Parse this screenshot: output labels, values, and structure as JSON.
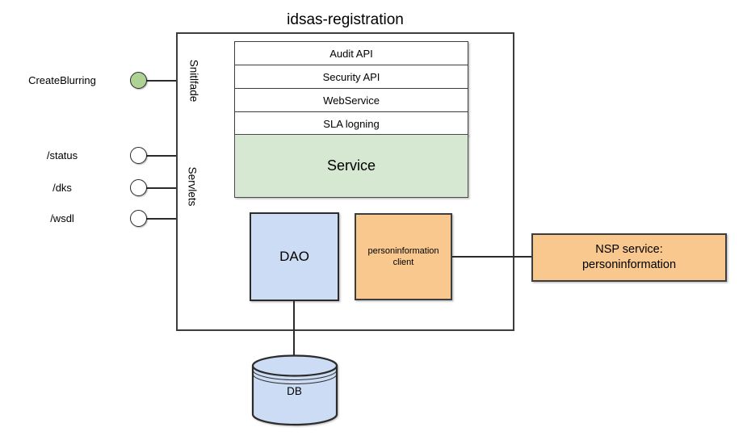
{
  "diagram": {
    "title": "idsas-registration",
    "lanes": {
      "interfaces_label": "Snitlfade",
      "servlets_label": "Servlets"
    },
    "endpoints": [
      {
        "label": "CreateBlurring",
        "style": "filled-green"
      },
      {
        "label": "/status",
        "style": "white"
      },
      {
        "label": "/dks",
        "style": "white"
      },
      {
        "label": "/wsdl",
        "style": "white"
      }
    ],
    "api_stack": [
      "Audit API",
      "Security API",
      "WebService",
      "SLA logning"
    ],
    "service_label": "Service",
    "dao_label": "DAO",
    "personinfo_client": {
      "line1": "personinformation",
      "line2": "client"
    },
    "nsp_service": {
      "line1": "NSP service:",
      "line2": "personinformation"
    },
    "db_label": "DB",
    "colors": {
      "endpoint_green": "#aed194",
      "service_green": "#d6e7d2",
      "component_blue": "#ccdcf4",
      "component_orange": "#f8c88e",
      "border_dark": "#2b2b2b"
    }
  }
}
